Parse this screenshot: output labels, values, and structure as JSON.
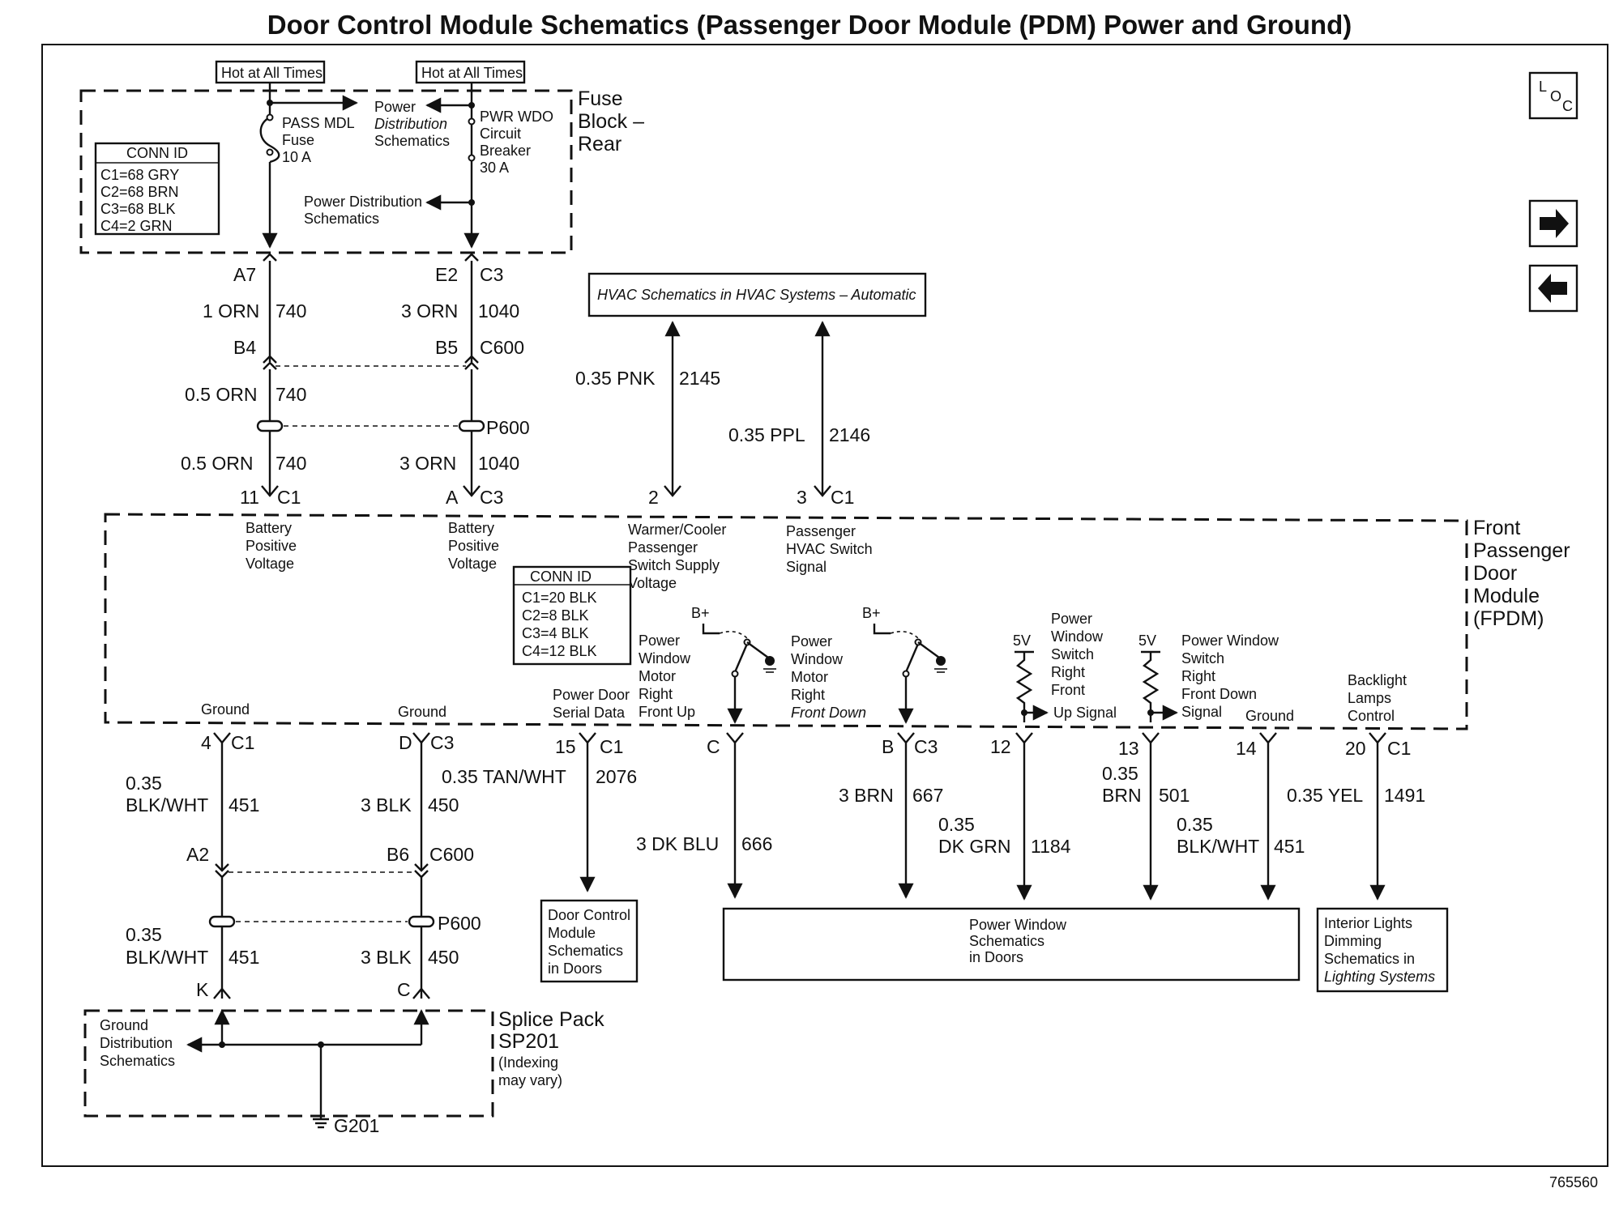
{
  "title": "Door Control Module Schematics (Passenger Door Module (PDM) Power and Ground)",
  "fuse_block": {
    "hot1": "Hot at All Times",
    "hot2": "Hot at All Times",
    "name": [
      "Fuse",
      "Block –",
      "Rear"
    ],
    "pass_fuse": [
      "PASS MDL",
      "Fuse",
      "10 A"
    ],
    "pdist_top": [
      "Power",
      "Distribution",
      "Schematics"
    ],
    "pwr_breaker": [
      "PWR WDO",
      "Circuit",
      "Breaker",
      "30 A"
    ],
    "pdist_bottom": [
      "Power Distribution",
      "Schematics"
    ],
    "conn_header": "CONN ID",
    "conn": [
      "C1=68 GRY",
      "C2=68 BRN",
      "C3=68 BLK",
      "C4=2 GRN"
    ]
  },
  "nav": {
    "loc": "LOC"
  },
  "upper_wires": {
    "a7": "A7",
    "e2": "E2",
    "c3": "C3",
    "w1_size": "1 ORN",
    "w1_num": "740",
    "w2_size": "3 ORN",
    "w2_num": "1040",
    "b4": "B4",
    "b5": "B5",
    "c600": "C600",
    "w3_size": "0.5 ORN",
    "w3_num": "740",
    "p600": "P600",
    "w4_size": "0.5 ORN",
    "w4_num": "740",
    "w5_size": "3 ORN",
    "w5_num": "1040",
    "pin11": "11",
    "c1a": "C1",
    "pinA": "A",
    "c3a": "C3"
  },
  "hvac": {
    "box": "HVAC Schematics in HVAC Systems – Automatic",
    "w1_size": "0.35 PNK",
    "w1_num": "2145",
    "w2_size": "0.35 PPL",
    "w2_num": "2146",
    "pin2": "2",
    "pin3": "3",
    "c1": "C1"
  },
  "module": {
    "name": [
      "Front",
      "Passenger",
      "Door",
      "Module",
      "(FPDM)"
    ],
    "bat1": [
      "Battery",
      "Positive",
      "Voltage"
    ],
    "bat2": [
      "Battery",
      "Positive",
      "Voltage"
    ],
    "warmer": [
      "Warmer/Cooler",
      "Passenger",
      "Switch Supply",
      "Voltage"
    ],
    "hvac_sig": [
      "Passenger",
      "HVAC Switch",
      "Signal"
    ],
    "conn_header": "CONN ID",
    "conn": [
      "C1=20 BLK",
      "C2=8 BLK",
      "C3=4 BLK",
      "C4=12 BLK"
    ],
    "bplus1": "B+",
    "bplus2": "B+",
    "pwm_up": [
      "Power",
      "Window",
      "Motor",
      "Right",
      "Front Up"
    ],
    "pwm_down": [
      "Power",
      "Window",
      "Motor",
      "Right",
      "Front Down"
    ],
    "v5a": "5V",
    "v5b": "5V",
    "pws_up": [
      "Power",
      "Window",
      "Switch",
      "Right",
      "Front",
      "Up Signal"
    ],
    "pws_down": [
      "Power Window",
      "Switch",
      "Right",
      "Front Down",
      "Signal"
    ],
    "ground1": "Ground",
    "ground2": "Ground",
    "ground3": "Ground",
    "serial": [
      "Power Door",
      "Serial Data"
    ],
    "backlight": [
      "Backlight",
      "Lamps",
      "Control"
    ]
  },
  "lower_wires": {
    "pin4": "4",
    "c1a": "C1",
    "pinD": "D",
    "c3a": "C3",
    "pin15": "15",
    "c1b": "C1",
    "pinC": "C",
    "pinB": "B",
    "c3b": "C3",
    "pin12": "12",
    "pin13": "13",
    "pin14": "14",
    "pin20": "20",
    "c1c": "C1",
    "g1_size1": "0.35",
    "g1_size2": "BLK/WHT",
    "g1_num": "451",
    "g2_size": "3 BLK",
    "g2_num": "450",
    "tan_size": "0.35 TAN/WHT",
    "tan_num": "2076",
    "blu_size": "3 DK BLU",
    "blu_num": "666",
    "brn3_size": "3 BRN",
    "brn3_num": "667",
    "dkgrn_size1": "0.35",
    "dkgrn_size2": "DK GRN",
    "dkgrn_num": "1184",
    "brn_size1": "0.35",
    "brn_size2": "BRN",
    "brn_num": "501",
    "bw_size1": "0.35",
    "bw_size2": "BLK/WHT",
    "bw_num": "451",
    "yel_size": "0.35 YEL",
    "yel_num": "1491",
    "a2": "A2",
    "b6": "B6",
    "c600": "C600",
    "p600": "P600",
    "g3_size1": "0.35",
    "g3_size2": "BLK/WHT",
    "g3_num": "451",
    "g4_size": "3 BLK",
    "g4_num": "450",
    "pinK": "K",
    "pinC2": "C"
  },
  "dest": {
    "dcm": [
      "Door Control",
      "Module",
      "Schematics",
      "in Doors"
    ],
    "pws": [
      "Power Window",
      "Schematics",
      "in Doors"
    ],
    "interior": [
      "Interior Lights",
      "Dimming",
      "Schematics in",
      "Lighting Systems"
    ]
  },
  "splice": {
    "gd": [
      "Ground",
      "Distribution",
      "Schematics"
    ],
    "name": [
      "Splice Pack",
      "SP201"
    ],
    "note": [
      "(Indexing",
      "may vary)"
    ],
    "g201": "G201"
  },
  "figure_number": "765560"
}
